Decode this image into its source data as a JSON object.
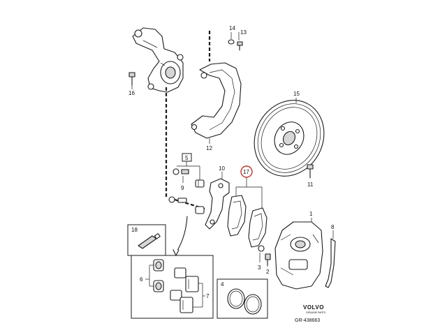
{
  "callouts": {
    "p1": "1",
    "p2": "2",
    "p3": "3",
    "p4": "4",
    "p5": "5",
    "p6": "6",
    "p7": "7",
    "p8": "8",
    "p9": "9",
    "p10": "10",
    "p11": "11",
    "p12": "12",
    "p13": "13",
    "p14": "14",
    "p15": "15",
    "p16": "16",
    "p17": "17",
    "p18": "18"
  },
  "brand": {
    "name": "VOLVO",
    "sub": "GENUINE PARTS"
  },
  "reference": "GR-438663",
  "colors": {
    "ink": "#1a1a1a",
    "highlight": "#c0392b",
    "shade": "#d6d6d6"
  }
}
